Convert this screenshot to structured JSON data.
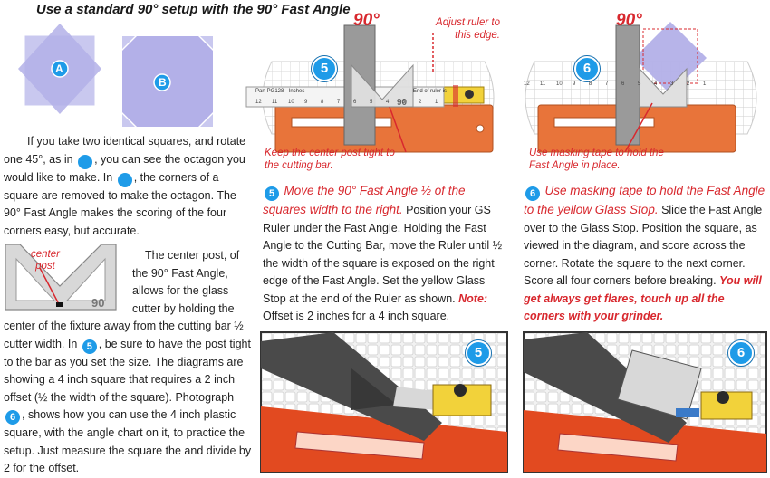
{
  "title": "Use a standard 90° setup with the 90° Fast Angle",
  "shape_labels": {
    "a": "A",
    "b": "B"
  },
  "badges": {
    "five": "5",
    "six": "6"
  },
  "col1": {
    "p1_a": "If you take two identical squares, and rotate one 45°, as in",
    "p1_b": ", you can see the octagon you would like to make.  In",
    "p1_c": ", the corners of a square are removed to make the octagon.  The 90° Fast Angle makes the scoring of the four corners easy, but accurate.",
    "center_post_label_1": "center",
    "center_post_label_2": "post",
    "tool_number": "90",
    "p2_right": "The center post, of the 90° Fast Angle, allows for the glass cutter by holding the",
    "p2_full_a": "center of the fixture away from the cutting bar ½ cutter width.  In",
    "p2_full_b": ", be sure to have the post tight to the bar as you set the size.  The diagrams are showing a 4 inch square that requires a 2 inch offset (½ the width of the square).  Photograph",
    "p2_full_c": ", shows how you can use the 4 inch plastic square, with the angle chart on it, to practice the setup.  Just measure the square the and divide by 2 for the offset."
  },
  "diagram5": {
    "angle": "90°",
    "callout_top": "Adjust ruler to this edge.",
    "callout_bottom": "Keep the center post tight to the cutting bar.",
    "ruler_label": "Part PG128 - Inches",
    "ruler_end": "End of ruler is",
    "tool_number": "90"
  },
  "diagram6": {
    "angle": "90°",
    "callout_bottom": "Use masking tape to hold the Fast Angle in place."
  },
  "col2": {
    "heading": "Move the 90° Fast Angle ½ of the squares width to the right.",
    "body": "Position your GS Ruler under the Fast Angle.  Holding the Fast Angle to the Cutting Bar, move the Ruler until ½ the width of the square is exposed on the right edge of the Fast Angle.  Set the  yellow Glass Stop at the end of the Ruler as shown.",
    "note_label": "Note:",
    "note_text": "Offset is 2 inches for a 4 inch square."
  },
  "col3": {
    "heading": "Use masking tape to hold the Fast Angle to the yellow Glass Stop.",
    "body": "Slide the Fast Angle over to the Glass Stop.  Position the square, as viewed in the diagram, and score across the corner.  Rotate the square to the next corner.  Score all four corners before breaking.",
    "red_text": "You will get always get flares, touch up all the corners with your grinder."
  },
  "ruler_numbers": [
    "12",
    "11",
    "10",
    "9",
    "8",
    "7",
    "6",
    "5",
    "4",
    "3",
    "2",
    "1"
  ],
  "colors": {
    "accent_red": "#d8282e",
    "badge_blue": "#1e9be8",
    "base_orange": "#e8743a",
    "lavender": "#b3b0e8",
    "glass_stop": "#f2d23a"
  }
}
